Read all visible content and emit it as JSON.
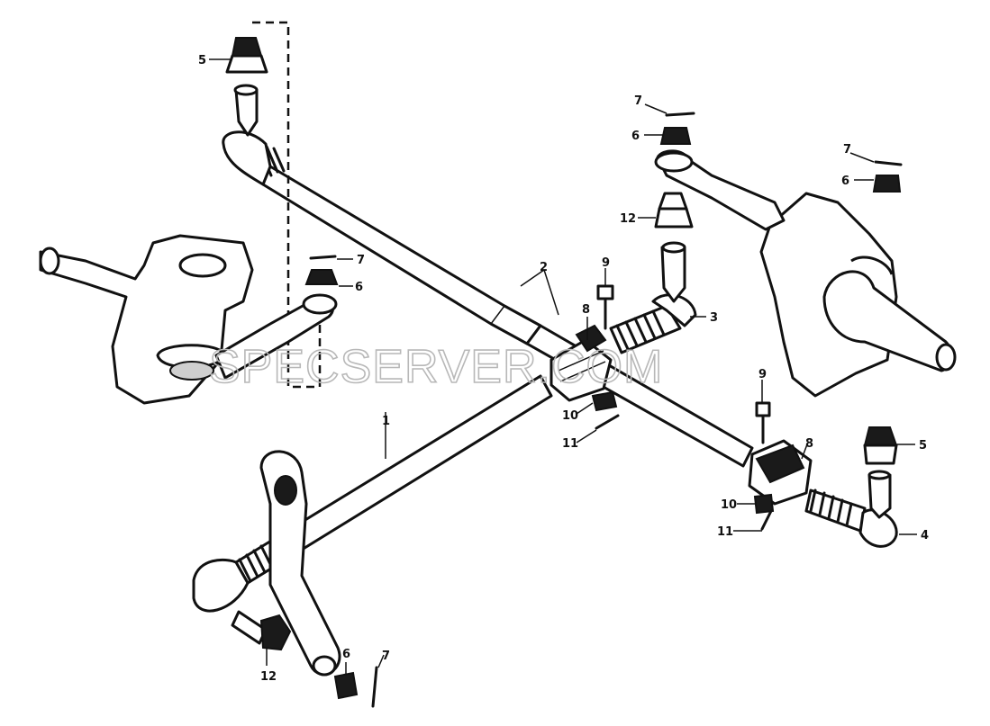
{
  "watermark": "SPECSERVER.COM",
  "callouts": {
    "c1": "1",
    "c2": "2",
    "c3": "3",
    "c4": "4",
    "c5_left": "5",
    "c5_right": "5",
    "c6_left": "6",
    "c6_top": "6",
    "c6_right": "6",
    "c6_bottom": "6",
    "c7_left": "7",
    "c7_top": "7",
    "c7_right": "7",
    "c7_bottom": "7",
    "c8_upper": "8",
    "c8_lower": "8",
    "c9_upper": "9",
    "c9_lower": "9",
    "c10_upper": "10",
    "c10_lower": "10",
    "c11_upper": "11",
    "c11_lower": "11",
    "c12_right": "12",
    "c12_bottom": "12"
  }
}
